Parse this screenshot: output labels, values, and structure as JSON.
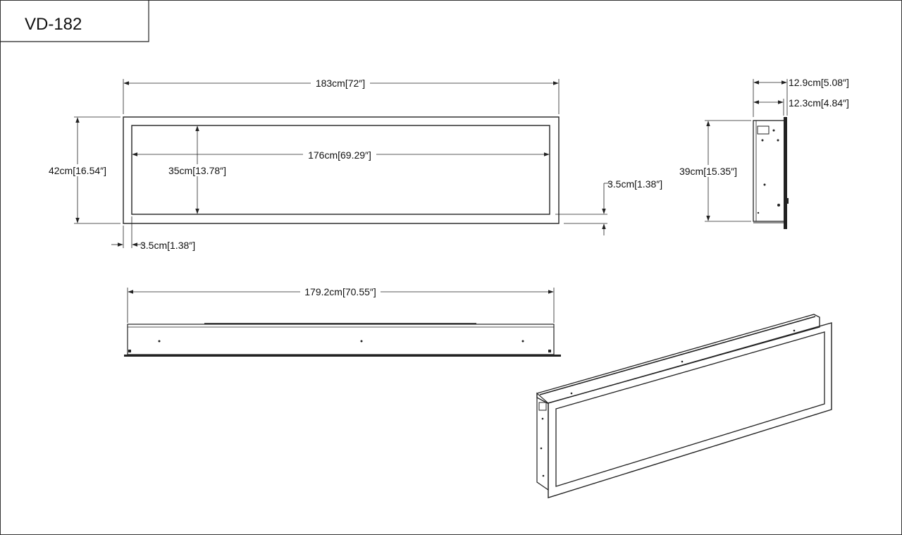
{
  "title": "VD-182",
  "colors": {
    "line": "#222222",
    "background": "#ffffff"
  },
  "front_view": {
    "overall_width": "183cm[72″]",
    "inner_width": "176cm[69.29″]",
    "overall_height": "42cm[16.54″]",
    "inner_height": "35cm[13.78″]",
    "frame_right": "3.5cm[1.38″]",
    "frame_left": "3.5cm[1.38″]"
  },
  "side_view": {
    "depth_total": "12.9cm[5.08″]",
    "depth_body": "12.3cm[4.84″]",
    "body_height": "39cm[15.35″]"
  },
  "top_view": {
    "body_width": "179.2cm[70.55″]"
  }
}
